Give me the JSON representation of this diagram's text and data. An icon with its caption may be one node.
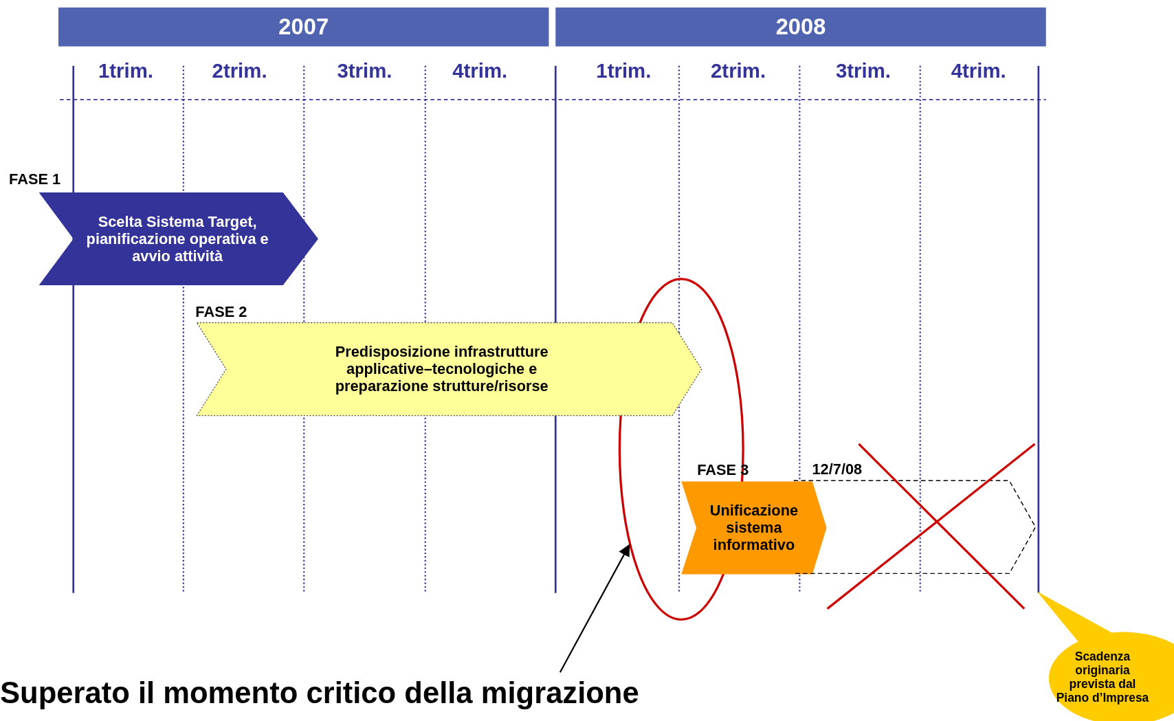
{
  "diagram": {
    "nodes": [
      {
        "text": [
          "2007"
        ]
      },
      {
        "text": [
          "2008"
        ]
      },
      {
        "text": [
          "Scelta Sistema Target, pianificazione operativa e avvio attività"
        ],
        "beside": [
          "FASE 1"
        ]
      },
      {
        "text": [
          "Predisposizione infrastrutture applicative–tecnologiche e preparazione strutture/risorse"
        ],
        "beside": [
          "FASE 2"
        ]
      },
      {
        "text": [
          "Unificazione sistema informativo"
        ],
        "beside": [
          "FASE 3"
        ]
      },
      {
        "text": [],
        "shape": "arrow"
      },
      {
        "text": [],
        "shape": "circle"
      },
      {
        "text": [
          "Superato il momento critico della migrazione"
        ]
      },
      {
        "text": [
          "Scadenza originaria prevista dal Piano d’Impresa"
        ]
      }
    ],
    "edges": [
      {
        "from": 7,
        "to": 6,
        "arrow": "to"
      }
    ],
    "labels": [
      "1trim.",
      "2trim.",
      "3trim.",
      "4trim.",
      "1trim.",
      "2trim.",
      "3trim.",
      "4trim.",
      "12/7/08"
    ]
  }
}
